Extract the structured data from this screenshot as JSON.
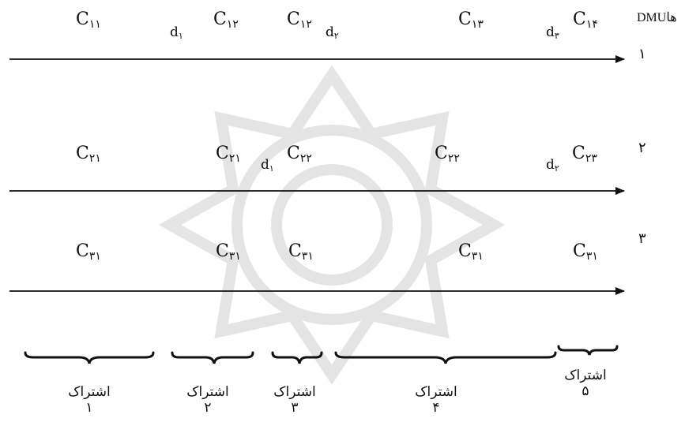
{
  "header": {
    "dmu_label": "DMUها"
  },
  "rows": [
    {
      "label": "۱",
      "cells": [
        {
          "base": "C",
          "sub": "۱۱"
        },
        {
          "base": "C",
          "sub": "۱۲"
        },
        {
          "base": "C",
          "sub": "۱۲"
        },
        {
          "base": "C",
          "sub": "۱۳"
        },
        {
          "base": "C",
          "sub": "۱۴"
        }
      ],
      "d": [
        {
          "base": "d",
          "sub": "۱"
        },
        {
          "base": "d",
          "sub": "۲"
        },
        {
          "base": "d",
          "sub": "۳"
        }
      ]
    },
    {
      "label": "۲",
      "cells": [
        {
          "base": "C",
          "sub": "۲۱"
        },
        {
          "base": "C",
          "sub": "۲۱"
        },
        {
          "base": "C",
          "sub": "۲۲"
        },
        {
          "base": "C",
          "sub": "۲۲"
        },
        {
          "base": "C",
          "sub": "۲۳"
        }
      ],
      "d": [
        {
          "base": "d",
          "sub": "۱"
        },
        {
          "base": "d",
          "sub": "۲"
        }
      ]
    },
    {
      "label": "۳",
      "cells": [
        {
          "base": "C",
          "sub": "۳۱"
        },
        {
          "base": "C",
          "sub": "۳۱"
        },
        {
          "base": "C",
          "sub": "۳۱"
        },
        {
          "base": "C",
          "sub": "۳۱"
        },
        {
          "base": "C",
          "sub": "۳۱"
        }
      ],
      "d": []
    }
  ],
  "shares": [
    {
      "text": "اشتراک",
      "num": "۱"
    },
    {
      "text": "اشتراک",
      "num": "۲"
    },
    {
      "text": "اشتراک",
      "num": "۳"
    },
    {
      "text": "اشتراک",
      "num": "۴"
    },
    {
      "text": "اشتراک",
      "num": "۵"
    }
  ],
  "colors": {
    "line": "#111111",
    "watermark": "#d9d9d9"
  }
}
